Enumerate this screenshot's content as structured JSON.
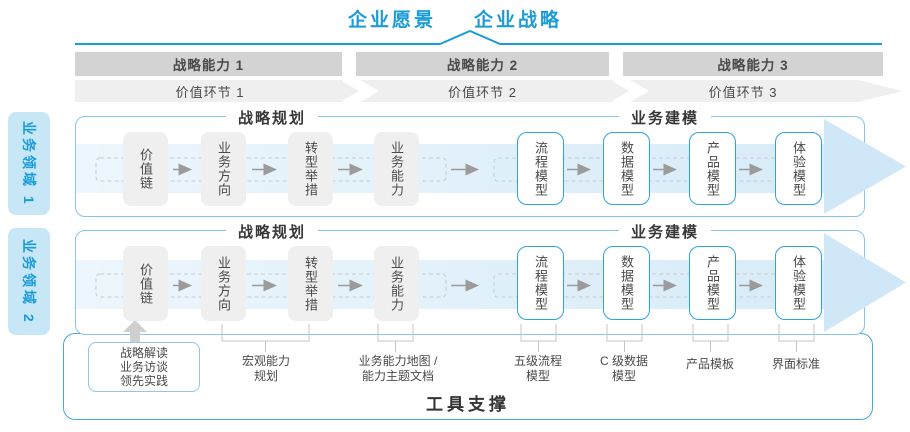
{
  "colors": {
    "accent_blue": "#1B9CD8",
    "panel_border": "#85C5E8",
    "capability_bar_gray": "#D3D3D3",
    "value_ribbon_gray": "#EFEFEF",
    "planning_box_gray": "#EFEFEF",
    "modeling_box_border": "#2FA3DB",
    "band_blue": "#D7EBF8",
    "arrowhead_blue": "#CFE7F6",
    "domain_tag_fill": "#C7E6F6",
    "tools_border": "#45A9DD",
    "flow_arrow_gray": "#9B9B9B",
    "text_dark": "#4A4A4A"
  },
  "header": {
    "vision_label": "企业愿景",
    "strategy_label": "企业战略"
  },
  "strategic_capabilities": [
    "战略能力 1",
    "战略能力 2",
    "战略能力 3"
  ],
  "value_links": [
    "价值环节 1",
    "价值环节 2",
    "价值环节 3"
  ],
  "business_domains": [
    "业务领域 1",
    "业务领域 2"
  ],
  "row_sections": {
    "planning_title": "战略规划",
    "modeling_title": "业务建模"
  },
  "planning_boxes": [
    "价值链",
    "业务方向",
    "转型举措",
    "业务能力"
  ],
  "modeling_boxes": [
    "流程模型",
    "数据模型",
    "产品模型",
    "体验模型"
  ],
  "annotations": {
    "callout_lines": "战略解读\n业务访谈\n领先实践",
    "macro_capability": "宏观能力\n规划",
    "capability_map": "业务能力地图 /\n能力主题文档",
    "process_model": "五级流程\n模型",
    "data_model": "C 级数据\n模型",
    "product_template": "产品模板",
    "ui_standard": "界面标准"
  },
  "footer": {
    "tools_label": "工具支撑"
  }
}
